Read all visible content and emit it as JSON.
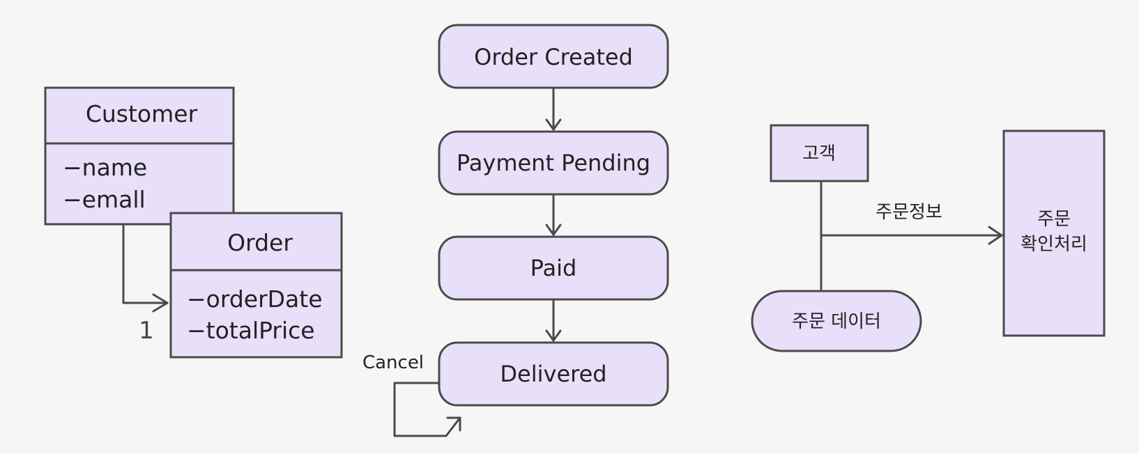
{
  "class_diagram": {
    "customer": {
      "name": "Customer",
      "attributes": [
        "−name",
        "−emall"
      ]
    },
    "order": {
      "name": "Order",
      "attributes": [
        "−orderDate",
        "−totalPrice"
      ]
    },
    "association_multiplicity": "1"
  },
  "state_diagram": {
    "states": [
      "Order Created",
      "Payment Pending",
      "Paid",
      "Delivered"
    ],
    "self_loop_label": "Cancel"
  },
  "dataflow_diagram": {
    "external_entity": "고객",
    "data_store": "주문 데이터",
    "process": [
      "주문",
      "확인처리"
    ],
    "flow_label": "주문정보"
  },
  "colors": {
    "background": "#f6f6f6",
    "node_fill": "#e8e0f9",
    "stroke": "#4a4a4a",
    "text": "#222222"
  }
}
